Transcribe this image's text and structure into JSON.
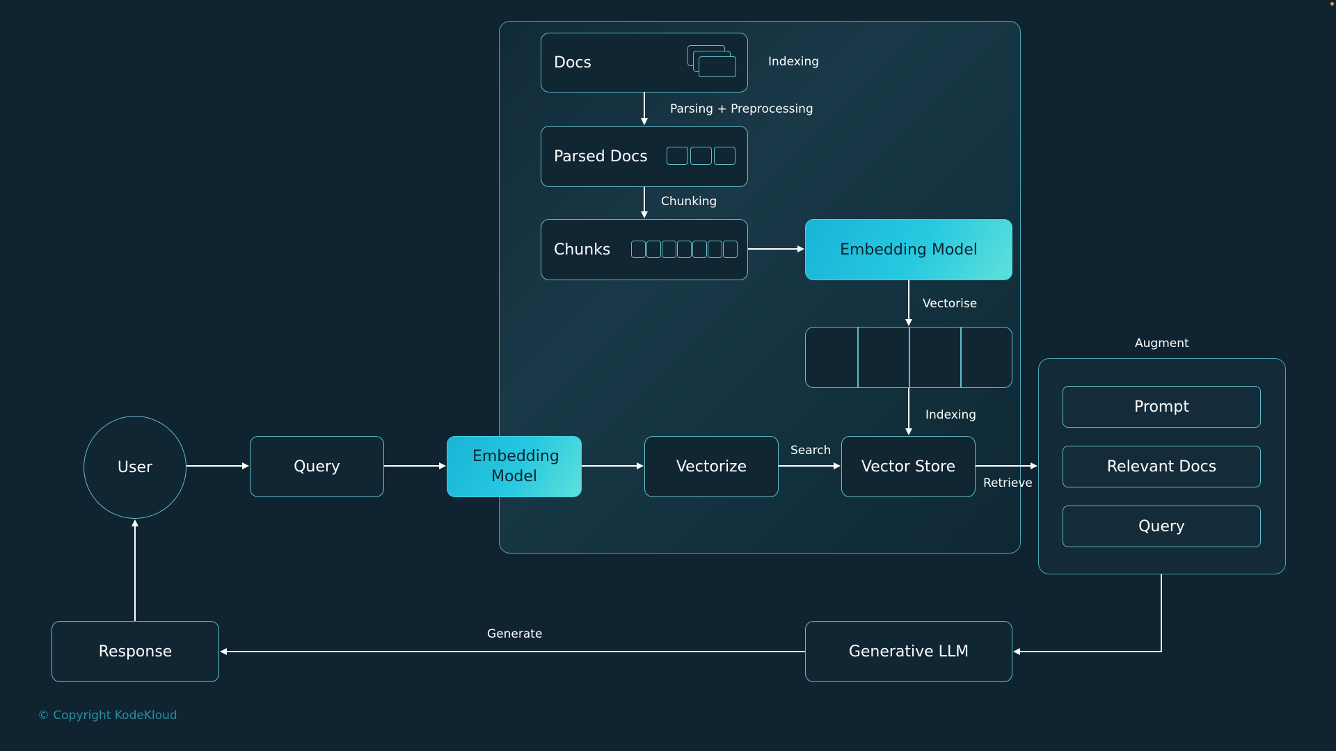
{
  "nodes": {
    "docs": "Docs",
    "parsed_docs": "Parsed Docs",
    "chunks": "Chunks",
    "embedding_model_index": "Embedding Model",
    "user": "User",
    "query": "Query",
    "embedding_model_query": "Embedding Model",
    "vectorize": "Vectorize",
    "vector_store": "Vector Store",
    "prompt": "Prompt",
    "relevant_docs": "Relevant Docs",
    "augment_query": "Query",
    "response": "Response",
    "generative_llm": "Generative LLM"
  },
  "labels": {
    "indexing_top": "Indexing",
    "parsing": "Parsing + Preprocessing",
    "chunking": "Chunking",
    "vectorise": "Vectorise",
    "indexing_store": "Indexing",
    "augment": "Augment",
    "search": "Search",
    "retrieve": "Retrieve",
    "generate": "Generate"
  },
  "footer": {
    "copyright": "© Copyright KodeKloud"
  },
  "colors": {
    "background": "#0f2330",
    "border": "#62bfcb",
    "accent": "#27c9e0",
    "copyright": "#2a8fa3"
  }
}
